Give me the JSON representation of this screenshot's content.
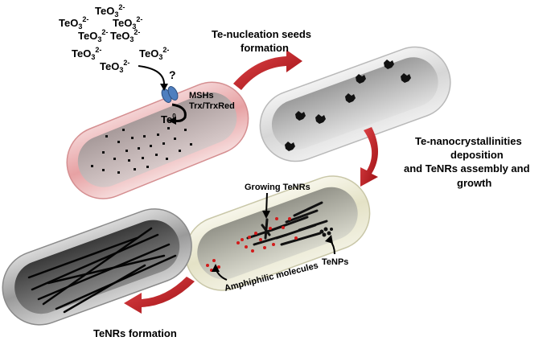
{
  "ions": {
    "formula": "TeO",
    "subscript": "3",
    "charge": "2-"
  },
  "uptake": {
    "question_mark": "?",
    "enzymes_line1": "MSHs",
    "enzymes_line2": "Trx/TrxRed",
    "te_label": "Te",
    "te_charge": "0"
  },
  "steps": {
    "seed_line1": "Te-nucleation seeds",
    "seed_line2": "formation",
    "deposition_line1": "Te-nanocrystallinities",
    "deposition_line2": "deposition",
    "deposition_line3": "and TeNRs assembly and",
    "deposition_line4": "growth",
    "final": "TeNRs formation"
  },
  "cell3_labels": {
    "growing": "Growing TeNRs",
    "amphiphilic": "Amphiphilic molecules",
    "tenps": "TeNPs"
  },
  "colors": {
    "arrow_red": "#c8141b",
    "cell1_tint": "#e7a1a3",
    "cell2_tint": "#d8d8d8",
    "cell3_tint": "#e9e9d3",
    "cell4_tint": "#555555",
    "transporter_blue": "#4f7fbf"
  }
}
